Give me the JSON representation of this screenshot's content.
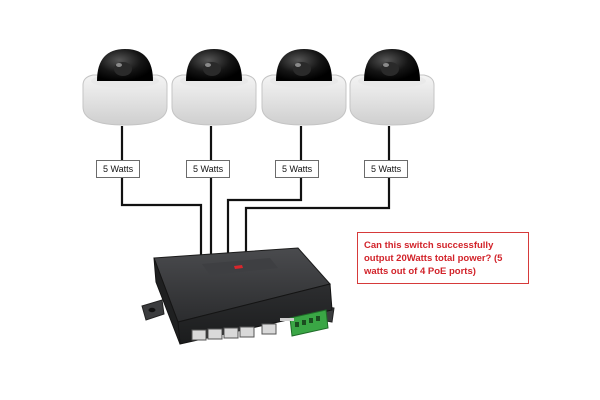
{
  "cameras": [
    {
      "label": "5 Watts"
    },
    {
      "label": "5 Watts"
    },
    {
      "label": "5 Watts"
    },
    {
      "label": "5 Watts"
    }
  ],
  "callout": {
    "text": "Can this switch successfully output 20Watts total power? (5 watts out of 4 PoE ports)"
  },
  "colors": {
    "callout_text": "#d2232a",
    "callout_border": "#d63a3a",
    "switch_body": "#2e2f31",
    "terminal_block": "#3aa645",
    "camera_dome": "#111111"
  },
  "icons": [
    "dome-camera-icon",
    "poe-switch-icon",
    "rj45-port-icon",
    "terminal-block-icon"
  ]
}
